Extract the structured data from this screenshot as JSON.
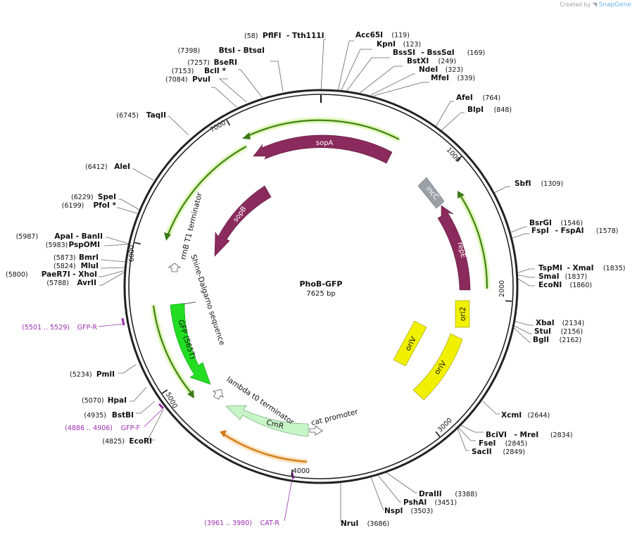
{
  "branding": {
    "created_by": "Created by",
    "app": "SnapGene"
  },
  "plasmid": {
    "name": "PhoB-GFP",
    "length_label": "7625 bp",
    "length": 7625
  },
  "colors": {
    "backbone": "#222222",
    "sop": "#8b2a5c",
    "incC": "#9aa0a6",
    "ori": "#f0f000",
    "gfp": "#22dd22",
    "cmr": "#c8f5c8",
    "orf_green": "#3c7a1a",
    "orf_glow": "#c8f08a",
    "orf_orange": "#d07818",
    "primer": "#9b2fb0"
  },
  "ticks": [
    "1000",
    "2000",
    "3000",
    "4000",
    "5000",
    "6000",
    "7000"
  ],
  "sites_right": [
    {
      "names": [
        "PflFI",
        "Tth111I"
      ],
      "pos": "(58)"
    },
    {
      "names": [
        "Acc65I"
      ],
      "pos": "(119)"
    },
    {
      "names": [
        "KpnI"
      ],
      "pos": "(123)"
    },
    {
      "names": [
        "BssSI",
        "BssSαI"
      ],
      "pos": "(169)"
    },
    {
      "names": [
        "BstXI"
      ],
      "pos": "(249)"
    },
    {
      "names": [
        "NdeI"
      ],
      "pos": "(323)"
    },
    {
      "names": [
        "MfeI"
      ],
      "pos": "(339)"
    },
    {
      "names": [
        "AfeI"
      ],
      "pos": "(764)"
    },
    {
      "names": [
        "BlpI"
      ],
      "pos": "(848)"
    },
    {
      "names": [
        "SbfI"
      ],
      "pos": "(1309)"
    },
    {
      "names": [
        "BsrGI"
      ],
      "pos": "(1546)"
    },
    {
      "names": [
        "FspI",
        "FspAI"
      ],
      "pos": "(1578)"
    },
    {
      "names": [
        "TspMI",
        "XmaI"
      ],
      "pos": "(1835)"
    },
    {
      "names": [
        "SmaI"
      ],
      "pos": "(1837)"
    },
    {
      "names": [
        "EcoNI"
      ],
      "pos": "(1860)"
    },
    {
      "names": [
        "XbaI"
      ],
      "pos": "(2134)"
    },
    {
      "names": [
        "StuI"
      ],
      "pos": "(2156)"
    },
    {
      "names": [
        "BglI"
      ],
      "pos": "(2162)"
    },
    {
      "names": [
        "XcmI"
      ],
      "pos": "(2644)"
    },
    {
      "names": [
        "BciVI",
        "MreI"
      ],
      "pos": "(2834)"
    },
    {
      "names": [
        "FseI"
      ],
      "pos": "(2845)"
    },
    {
      "names": [
        "SacII"
      ],
      "pos": "(2849)"
    },
    {
      "names": [
        "DraIII"
      ],
      "pos": "(3388)"
    },
    {
      "names": [
        "PshAI"
      ],
      "pos": "(3451)"
    },
    {
      "names": [
        "NspI"
      ],
      "pos": "(3503)"
    },
    {
      "names": [
        "NruI"
      ],
      "pos": "(3686)"
    }
  ],
  "sites_left": [
    {
      "names": [
        "BtsI",
        "BtsαI"
      ],
      "pos": "(7398)"
    },
    {
      "names": [
        "BseRI"
      ],
      "pos": "(7257)"
    },
    {
      "names": [
        "BclI *"
      ],
      "pos": "(7153)"
    },
    {
      "names": [
        "PvuI"
      ],
      "pos": "(7084)"
    },
    {
      "names": [
        "TaqII"
      ],
      "pos": "(6745)"
    },
    {
      "names": [
        "AleI"
      ],
      "pos": "(6412)"
    },
    {
      "names": [
        "SpeI"
      ],
      "pos": "(6229)"
    },
    {
      "names": [
        "PfoI *"
      ],
      "pos": "(6199)"
    },
    {
      "names": [
        "ApaI",
        "BanII"
      ],
      "pos": "(5987)"
    },
    {
      "names": [
        "PspOMI"
      ],
      "pos": "(5983)"
    },
    {
      "names": [
        "BmrI"
      ],
      "pos": "(5873)"
    },
    {
      "names": [
        "MluI"
      ],
      "pos": "(5824)"
    },
    {
      "names": [
        "PaeR7I",
        "XhoI"
      ],
      "pos": "(5800)"
    },
    {
      "names": [
        "AvrII"
      ],
      "pos": "(5788)"
    },
    {
      "names": [
        "PmlI"
      ],
      "pos": "(5234)"
    },
    {
      "names": [
        "HpaI"
      ],
      "pos": "(5070)"
    },
    {
      "names": [
        "BstBI"
      ],
      "pos": "(4935)"
    },
    {
      "names": [
        "EcoRI"
      ],
      "pos": "(4825)"
    }
  ],
  "primers": [
    {
      "range": "(5501 .. 5529)",
      "name": "GFP-R"
    },
    {
      "range": "(4886 .. 4906)",
      "name": "GFP-F"
    },
    {
      "range": "(3961 .. 3980)",
      "name": "CAT-R"
    }
  ],
  "features": {
    "sopA": "sopA",
    "sopB": "sopB",
    "incC": "incC",
    "repE": "repE",
    "ori2": "ori2",
    "oriV_a": "oriV",
    "oriV_b": "oriV",
    "gfp": "GFP (S65T)",
    "cmr": "CmR",
    "rrnB": "rrnB T1 terminator",
    "shine": "Shine-Dalgarno sequence",
    "lambda": "lambda t0 terminator",
    "cat_promoter": "cat promoter"
  }
}
